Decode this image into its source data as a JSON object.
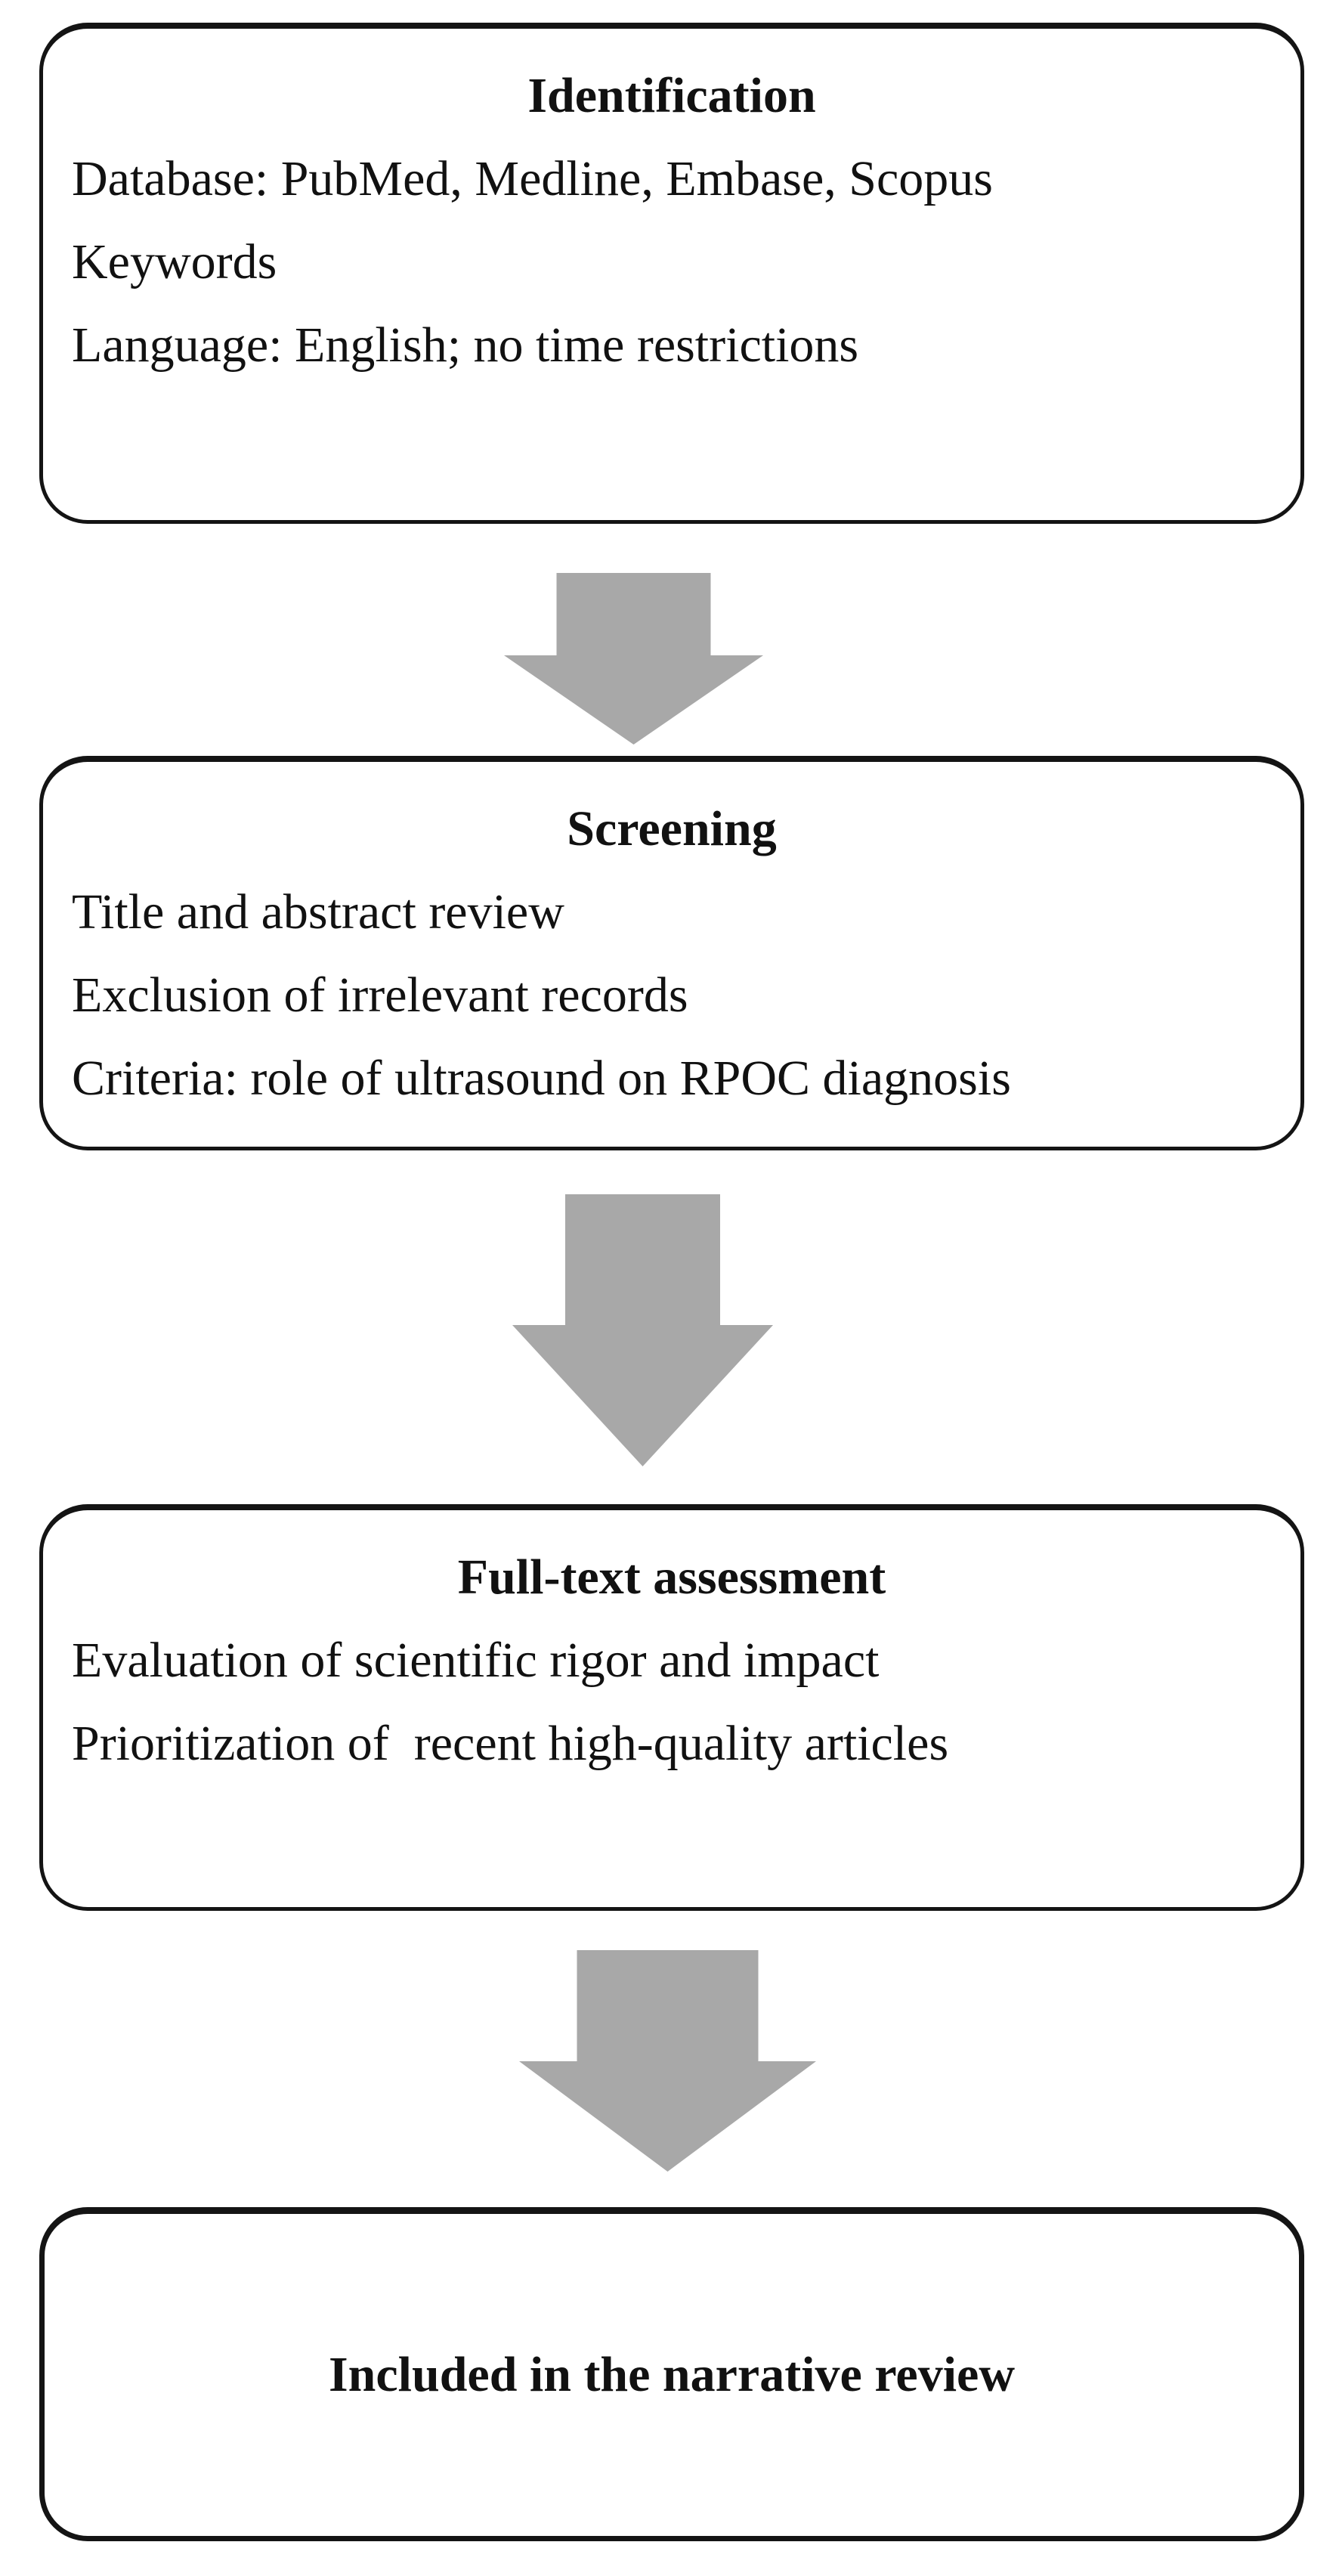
{
  "diagram": {
    "type": "flowchart",
    "description": "Literature search and selection flow diagram for a narrative review",
    "colors": {
      "arrow": "#a8a8a8",
      "border": "#141414",
      "text": "#111111",
      "background": "#ffffff"
    },
    "boxes": [
      {
        "title": "Identification",
        "lines": [
          "Database: PubMed, Medline, Embase, Scopus",
          "Keywords",
          "Language: English; no time restrictions"
        ]
      },
      {
        "title": "Screening",
        "lines": [
          "Title and abstract review",
          "Exclusion of irrelevant records",
          "Criteria: role of ultrasound on RPOC diagnosis"
        ]
      },
      {
        "title": "Full-text assessment",
        "lines": [
          "Evaluation of scientific rigor and impact",
          "Prioritization of  recent high-quality articles"
        ]
      },
      {
        "title": "Included in the narrative review",
        "lines": []
      }
    ],
    "connectors": [
      {
        "name": "down-arrow",
        "from": "Identification",
        "to": "Screening"
      },
      {
        "name": "down-arrow",
        "from": "Screening",
        "to": "Full-text assessment"
      },
      {
        "name": "down-arrow",
        "from": "Full-text assessment",
        "to": "Included in the narrative review"
      }
    ]
  }
}
